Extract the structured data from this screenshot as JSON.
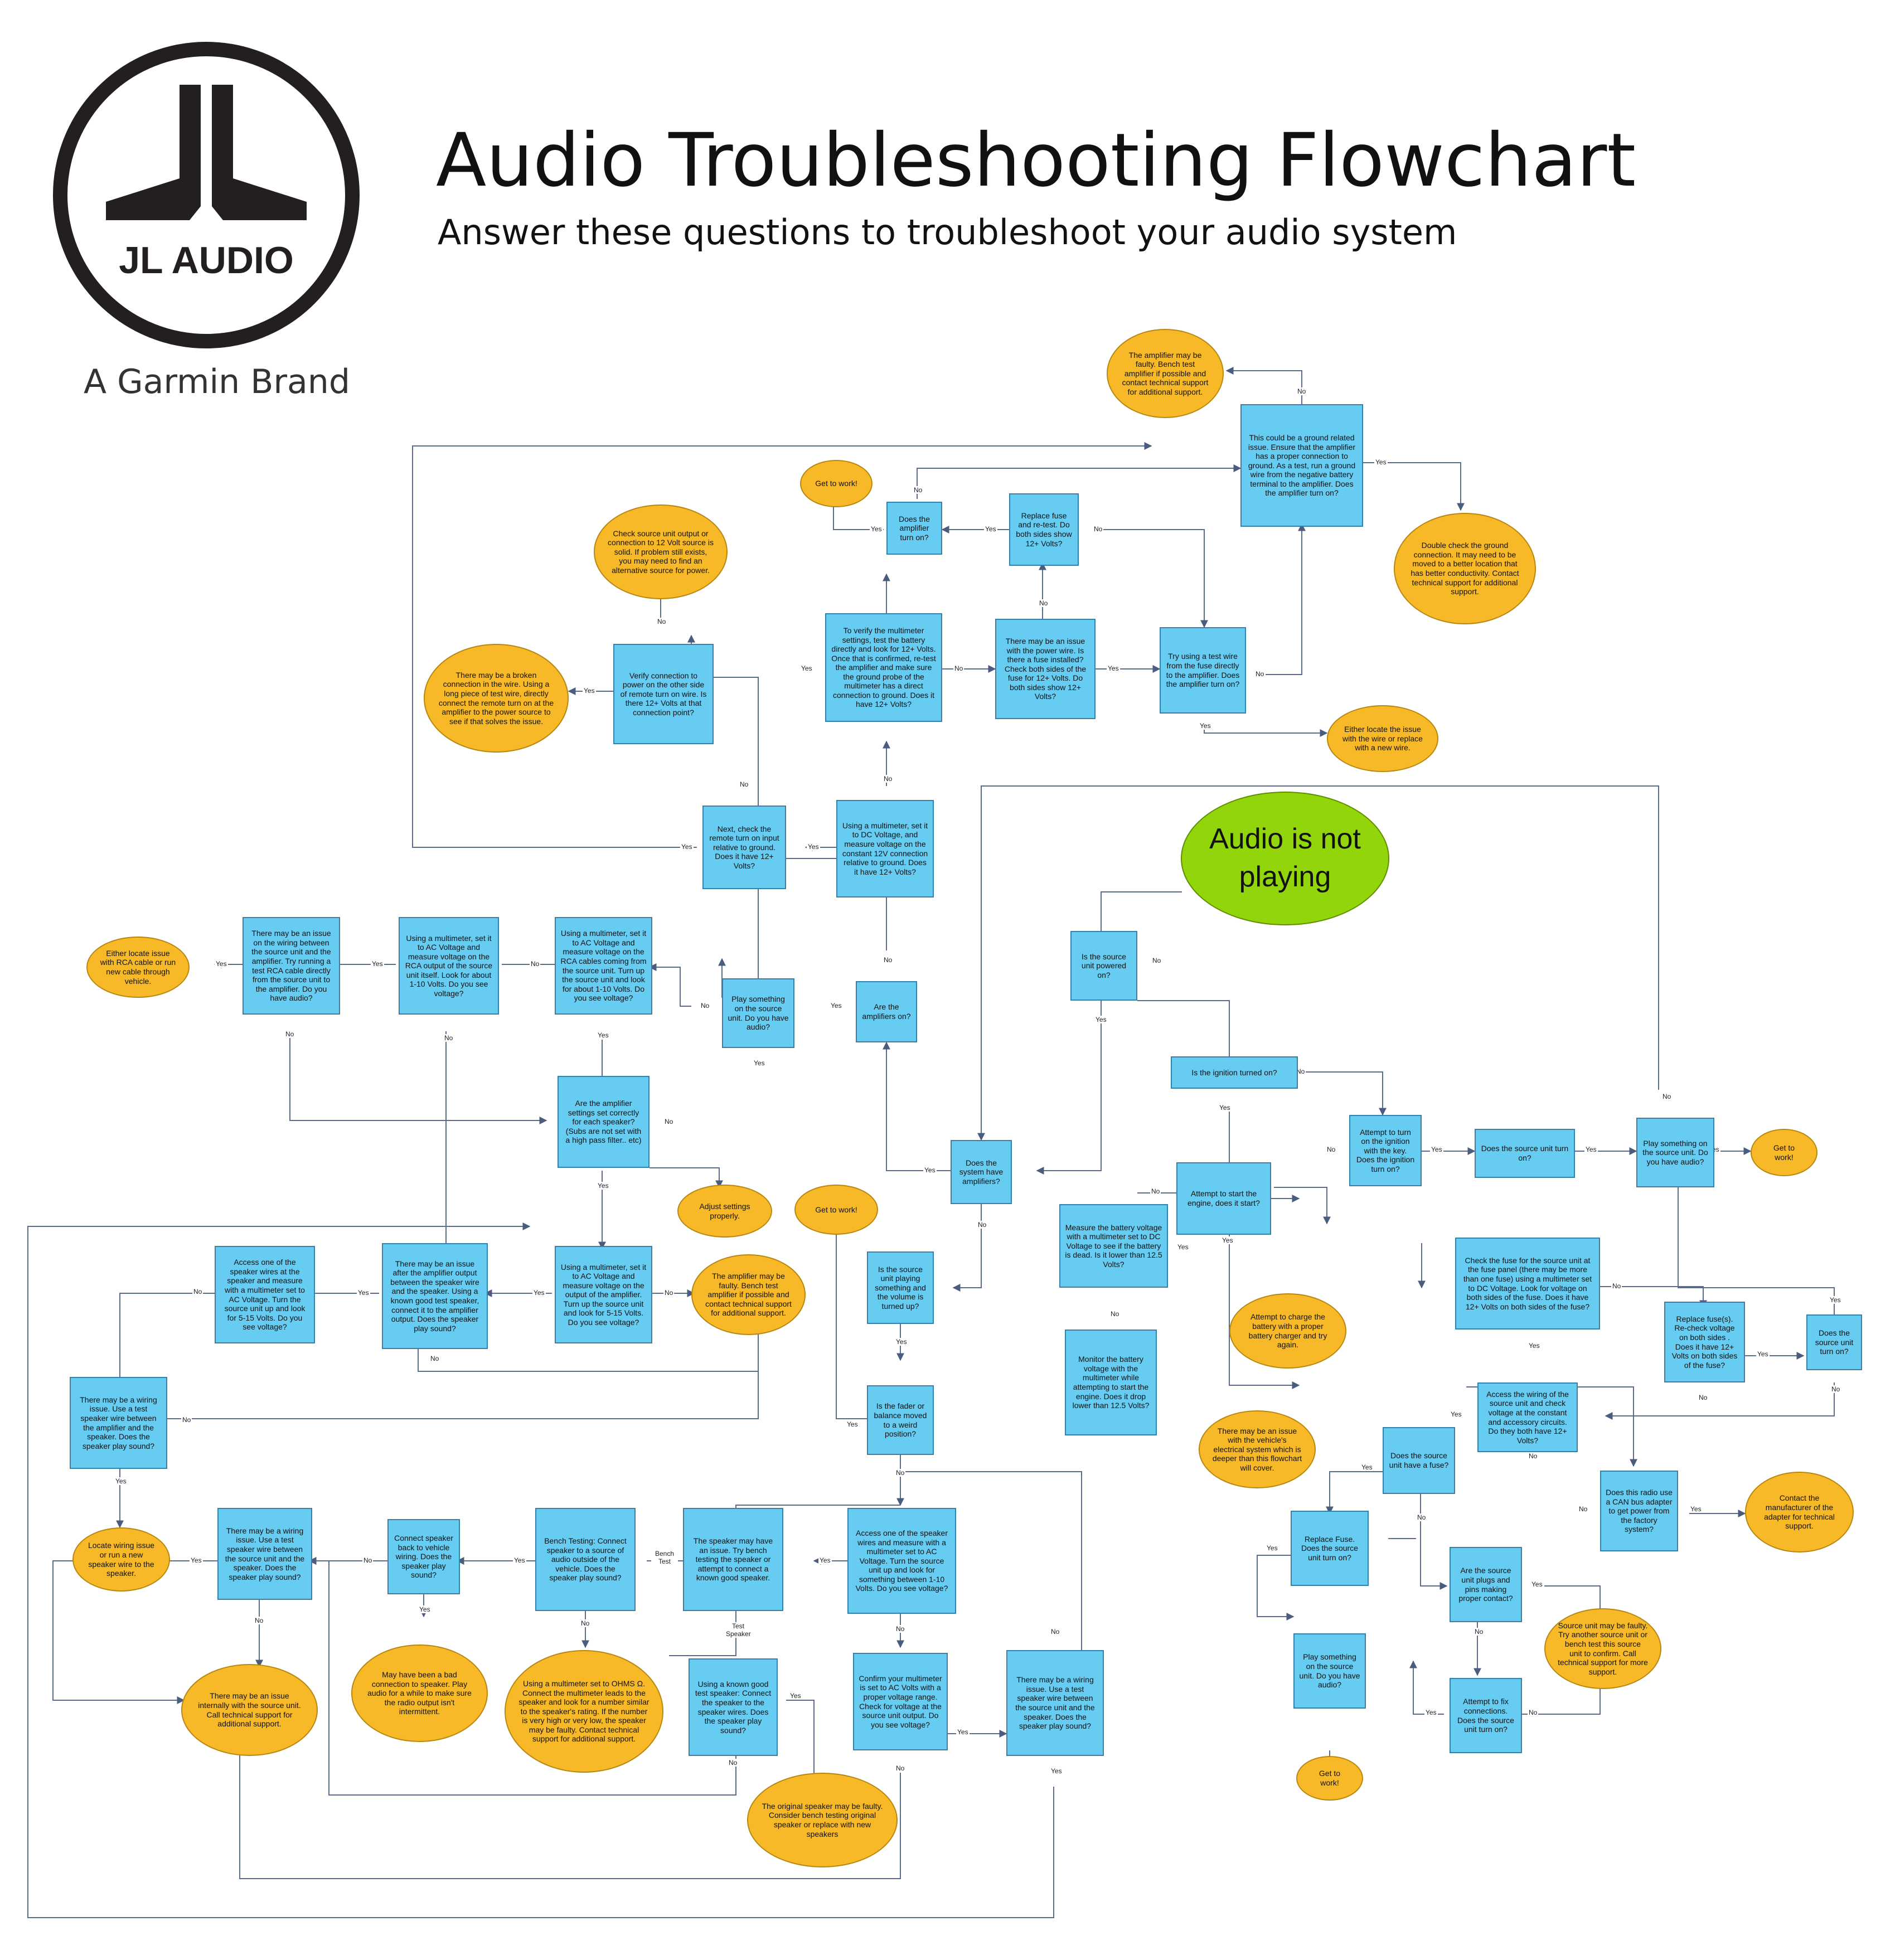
{
  "header": {
    "title": "Audio Troubleshooting Flowchart",
    "subtitle": "Answer these questions to troubleshoot your audio system",
    "logo_text": "JL AUDIO",
    "tagline": "A Garmin Brand"
  },
  "colors": {
    "process_fill": "#66ccf2",
    "terminal_fill": "#f7b928",
    "start_fill": "#92d50a",
    "connector": "#4a5d7e"
  },
  "nodes": {
    "start": "Audio is not playing",
    "src_powered": "Is the source unit powered on?",
    "ignition": "Is the ignition turned on?",
    "turn_ign": "Attempt to turn on the ignition with the key. Does the ignition turn on?",
    "src_turn_on": "Does the source unit turn on?",
    "play_audio": "Play something on the source unit. Do you have audio?",
    "gtw_r": "Get to work!",
    "start_engine": "Attempt to start the engine, does it start?",
    "measure_batt": "Measure the battery voltage with a multimeter set to DC Voltage to see if the battery is dead. Is it lower than 12.5 Volts?",
    "charge_batt": "Attempt to charge the battery with a proper battery charger and try again.",
    "monitor_batt": "Monitor the battery voltage with the multimeter while attempting to start the engine. Does it drop lower than 12.5 Volts?",
    "elec_issue": "There may be an issue with the vehicle's electrical system which is deeper than this flowchart will cover.",
    "check_fuse": "Check the fuse for the source unit at the fuse panel (there may be more than one fuse) using a multimeter set to DC Voltage. Look for voltage on both sides of the fuse. Does it have 12+ Volts on both sides of the fuse?",
    "replace_fuses": "Replace fuse(s). Re-check voltage on both sides . Does it have 12+ Volts on both sides of the fuse?",
    "src_on_2": "Does the source unit turn on?",
    "access_wiring": "Access the wiring of the source unit and check voltage at the constant and accessory circuits. Do they both have 12+ Volts?",
    "src_fuse": "Does the source unit have a fuse?",
    "can_bus": "Does this radio use a CAN bus adapter to get power from the factory system?",
    "contact_mfr": "Contact the manufacturer of the adapter for technical support.",
    "replace_fuse_src": "Replace Fuse. Does the source unit turn on?",
    "plugs_pins": "Are the source unit plugs and pins making proper contact?",
    "src_faulty": "Source unit may be faulty. Try another source unit or bench test this source unit to confirm. Call technical support for more support.",
    "play_audio_2": "Play something on the source unit. Do you have audio?",
    "fix_conn": "Attempt to fix connections. Does the source unit turn on?",
    "gtw_br": "Get to work!",
    "sys_amps": "Does the system have amplifiers?",
    "amps_on": "Are the amplifiers on?",
    "play_src_3": "Play something on the source unit. Do you have audio?",
    "gtw_mid": "Get to work!",
    "dc_12v": "Using a multimeter, set it to DC Voltage, and measure voltage on the constant 12V connection relative to ground. Does it have 12+ Volts?",
    "remote_turn": "Next, check the remote turn on input relative to ground. Does it have 12+ Volts?",
    "verify_multi": "To verify the multimeter settings, test the battery directly and look for 12+ Volts. Once that is confirmed, re-test the amplifier and make sure the ground probe of the multimeter has a direct connection to ground. Does it have 12+ Volts?",
    "power_wire": "There may be an issue with the power wire. Is there a fuse installed? Check both sides of the fuse for 12+ Volts. Do both sides show 12+ Volts?",
    "replace_retest": "Replace fuse and re-test. Do both sides show 12+ Volts?",
    "amp_on_1": "Does the amplifier turn on?",
    "gtw_top": "Get to work!",
    "ground_issue": "This could be a ground related issue. Ensure that the amplifier has a proper connection to ground. As a test, run a ground wire from the negative battery terminal to the amplifier. Does the amplifier turn on?",
    "amp_faulty_top": "The amplifier may be faulty. Bench test amplifier if possible and contact technical support for additional support.",
    "double_ground": "Double check the ground connection. It may need to be moved to a better location that has better conductivity. Contact technical support for additional support.",
    "test_wire": "Try using a test wire from the fuse directly to the amplifier. Does the amplifier turn on?",
    "locate_wire": "Either locate the issue with the wire or replace with a new wire.",
    "verify_remote": "Verify connection to power on the other side of remote turn on wire. Is there 12+ Volts at that connection point?",
    "check_src_remote": "Check source unit output or connection to 12 Volt source is solid. If problem still exists, you may need to find an alternative source for power.",
    "broken_conn": "There may be a broken connection in the wire. Using a long piece of test wire, directly connect the remote turn on at the amplifier to the power source to see if that solves the issue.",
    "rca_amp": "Using a multimeter, set it to AC Voltage and measure voltage on the RCA cables coming from the source unit. Turn up the source unit and look for about 1-10 Volts. Do you see voltage?",
    "rca_src": "Using a multimeter, set it to AC Voltage and measure voltage on the RCA output of the source unit itself. Look for about 1-10 Volts. Do you see voltage?",
    "rca_issue": "There may be an issue on the wiring between the source unit and the amplifier. Try running a test RCA cable directly from the source unit to the amplifier. Do you have audio?",
    "locate_rca": "Either locate issue with RCA cable or run new cable through vehicle.",
    "amp_settings": "Are the amplifier settings set correctly for each speaker? (Subs are not set with a high pass filter.. etc)",
    "adjust_settings": "Adjust settings properly.",
    "amp_output": "Using a multimeter, set it to AC Voltage and measure voltage on the output of the amplifier. Turn up the source unit and look for 5-15 Volts. Do you see voltage?",
    "amp_faulty_mid": "The amplifier may be faulty. Bench test amplifier if possible and contact technical support for additional support.",
    "wire_after_amp": "There may be an issue after the amplifier output between the speaker wire and the speaker. Using a known good test speaker, connect it to the amplifier output. Does the speaker play sound?",
    "access_spk": "Access one of the speaker wires at the speaker and measure with a multimeter set to AC Voltage. Turn the source unit up and look for 5-15 Volts. Do you see voltage?",
    "wiring_test_l": "There may be a wiring issue. Use a test speaker wire between the amplifier and the speaker. Does the speaker play sound?",
    "locate_wiring": "Locate wiring issue or run a new speaker wire to the speaker.",
    "volume_on": "Is the source unit playing something and the volume is turned up?",
    "fader": "Is the fader or balance moved to a weird position?",
    "access_spk_src": "Access one of the speaker wires and measure with a multimeter set to AC Voltage. Turn the source unit up and look for something between 1-10 Volts. Do you see voltage?",
    "spk_issue": "The speaker may have an issue. Try bench testing the speaker or attempt to connect a known good speaker.",
    "bench_testing": "Bench Testing: Connect speaker to a source of audio outside of the vehicle. Does the speaker play sound?",
    "ohms": "Using a multimeter set to OHMS Ω. Connect the multimeter leads to the speaker and look for a number similar to the speaker's rating. If the number is very high or very low, the speaker may be faulty. Contact technical support for additional support.",
    "known_good": "Using a known good test speaker: Connect the speaker to the speaker wires. Does the speaker play sound?",
    "orig_faulty": "The original speaker may be faulty. Consider bench testing original speaker or replace with new speakers",
    "confirm_multi": "Confirm your multimeter is set to AC Volts with a proper voltage range. Check for voltage at the source unit output. Do you see voltage?",
    "wiring_issue_r": "There may be a wiring issue. Use a test speaker wire between the source unit and the speaker. Does the speaker play sound?",
    "connect_back": "Connect speaker back to vehicle wiring. Does the speaker play sound?",
    "bad_conn": "May have been a bad connection to speaker. Play audio for a while to make sure the radio output isn't intermittent.",
    "wiring_src_spk": "There may be a wiring issue. Use a test speaker wire between the source unit and the speaker. Does the speaker play sound?",
    "internal_issue": "There may be an issue internally with the source unit. Call technical support for additional support."
  },
  "edge_labels": {
    "yes": "Yes",
    "no": "No",
    "bench_test": "Bench Test",
    "test_speaker": "Test Speaker"
  }
}
